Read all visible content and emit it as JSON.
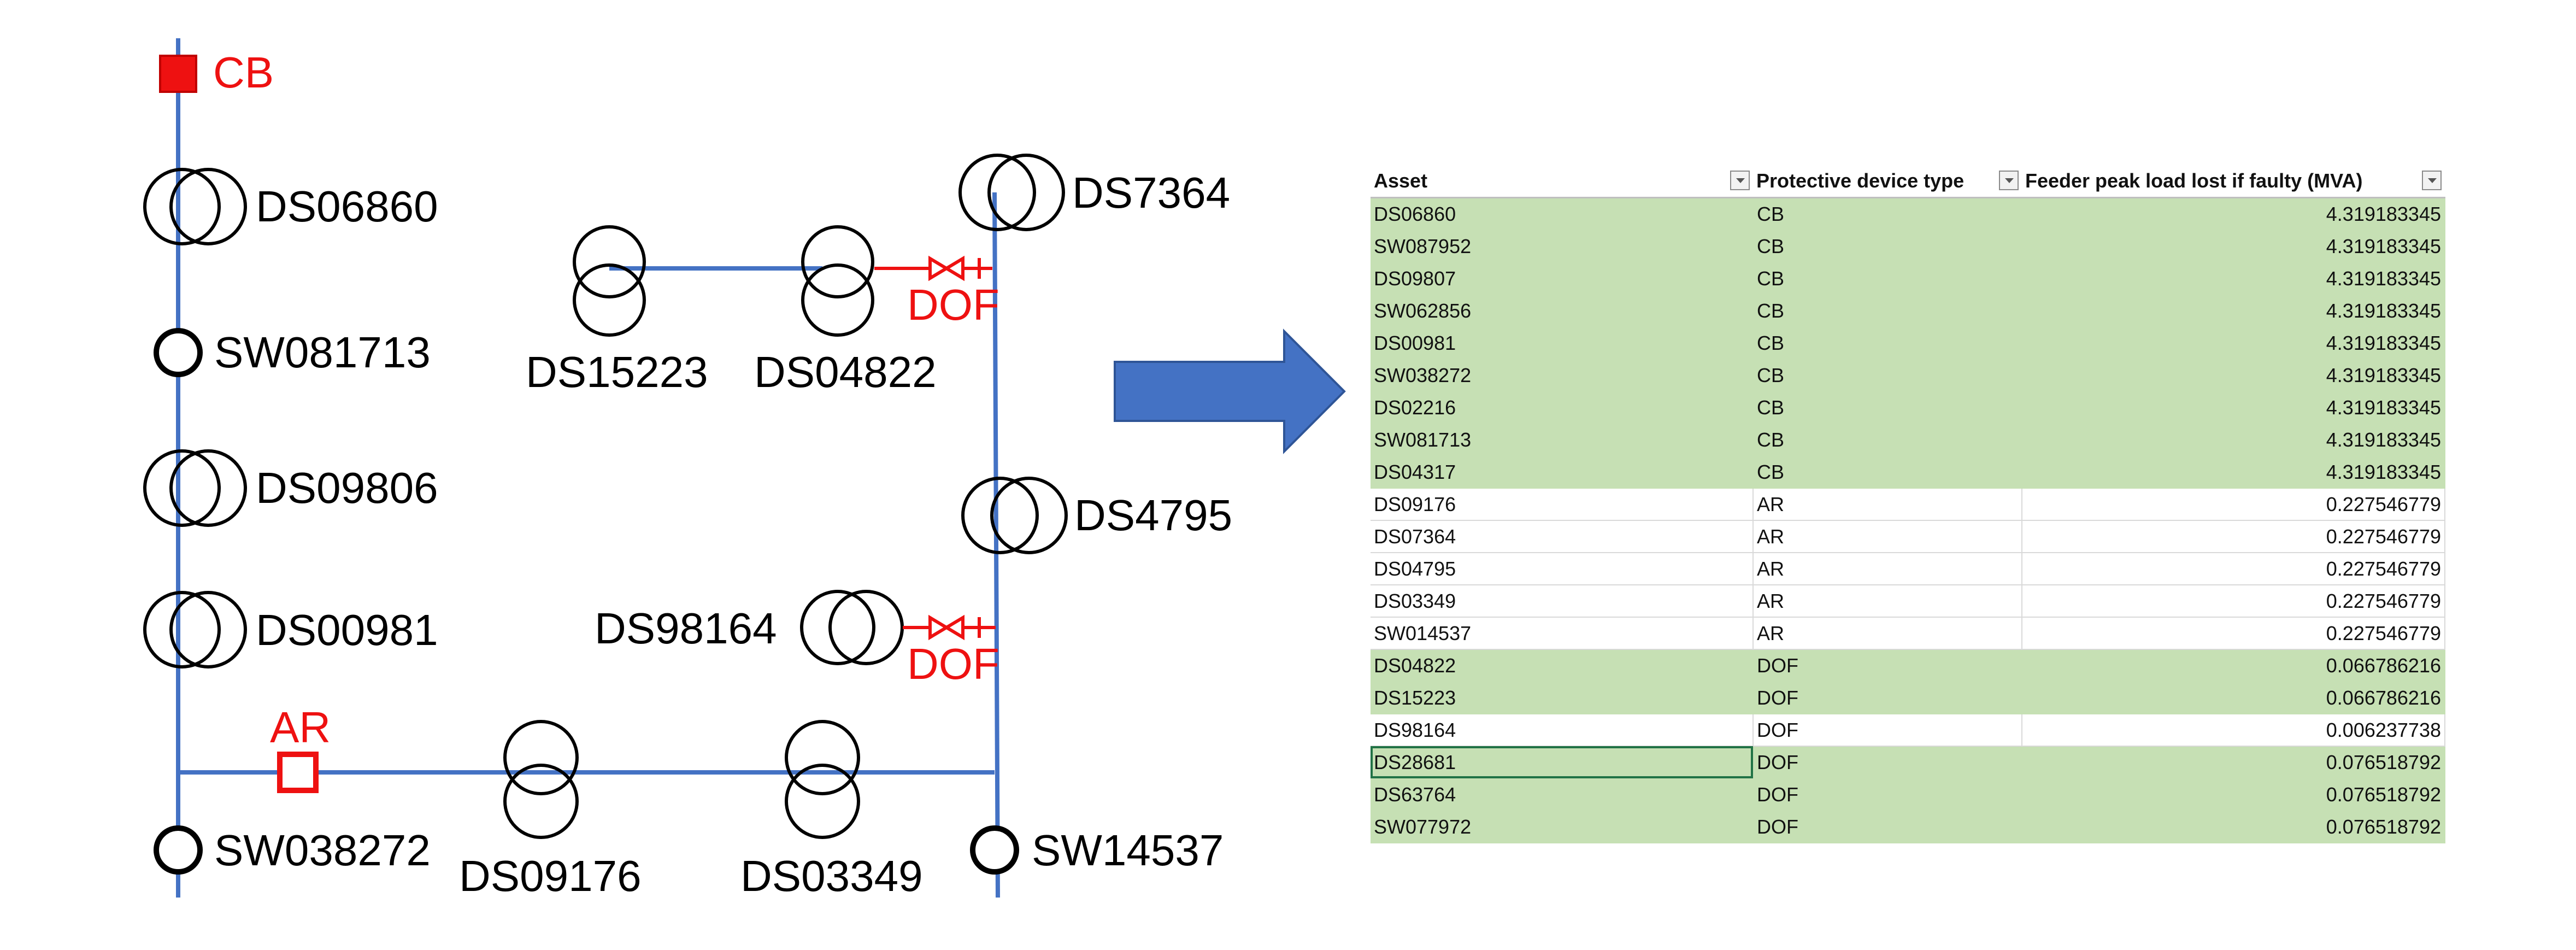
{
  "diagram": {
    "labels": {
      "cb": "CB",
      "ds06860": "DS06860",
      "sw081713": "SW081713",
      "ds09806": "DS09806",
      "ds00981": "DS00981",
      "ar": "AR",
      "sw038272": "SW038272",
      "ds09176": "DS09176",
      "ds03349": "DS03349",
      "sw14537": "SW14537",
      "ds15223": "DS15223",
      "ds04822": "DS04822",
      "dof_top": "DOF",
      "ds7364": "DS7364",
      "ds4795": "DS4795",
      "ds98164": "DS98164",
      "dof_mid": "DOF"
    },
    "colors": {
      "line": "#4472c4",
      "protective": "#ee1111",
      "arrow": "#4472c4",
      "highlight": "#c6e0b4"
    }
  },
  "table": {
    "headers": [
      "Asset",
      "Protective device type",
      "Feeder peak load lost if faulty (MVA)"
    ],
    "rows": [
      {
        "asset": "DS06860",
        "device": "CB",
        "load": "4.319183345",
        "highlight": true
      },
      {
        "asset": "SW087952",
        "device": "CB",
        "load": "4.319183345",
        "highlight": true
      },
      {
        "asset": "DS09807",
        "device": "CB",
        "load": "4.319183345",
        "highlight": true
      },
      {
        "asset": "SW062856",
        "device": "CB",
        "load": "4.319183345",
        "highlight": true
      },
      {
        "asset": "DS00981",
        "device": "CB",
        "load": "4.319183345",
        "highlight": true
      },
      {
        "asset": "SW038272",
        "device": "CB",
        "load": "4.319183345",
        "highlight": true
      },
      {
        "asset": "DS02216",
        "device": "CB",
        "load": "4.319183345",
        "highlight": true
      },
      {
        "asset": "SW081713",
        "device": "CB",
        "load": "4.319183345",
        "highlight": true
      },
      {
        "asset": "DS04317",
        "device": "CB",
        "load": "4.319183345",
        "highlight": true
      },
      {
        "asset": "DS09176",
        "device": "AR",
        "load": "0.227546779",
        "highlight": false
      },
      {
        "asset": "DS07364",
        "device": "AR",
        "load": "0.227546779",
        "highlight": false
      },
      {
        "asset": "DS04795",
        "device": "AR",
        "load": "0.227546779",
        "highlight": false
      },
      {
        "asset": "DS03349",
        "device": "AR",
        "load": "0.227546779",
        "highlight": false
      },
      {
        "asset": "SW014537",
        "device": "AR",
        "load": "0.227546779",
        "highlight": false
      },
      {
        "asset": "DS04822",
        "device": "DOF",
        "load": "0.066786216",
        "highlight": true
      },
      {
        "asset": "DS15223",
        "device": "DOF",
        "load": "0.066786216",
        "highlight": true
      },
      {
        "asset": "DS98164",
        "device": "DOF",
        "load": "0.006237738",
        "highlight": false
      },
      {
        "asset": "DS28681",
        "device": "DOF",
        "load": "0.076518792",
        "highlight": true,
        "selected": true
      },
      {
        "asset": "DS63764",
        "device": "DOF",
        "load": "0.076518792",
        "highlight": true
      },
      {
        "asset": "SW077972",
        "device": "DOF",
        "load": "0.076518792",
        "highlight": true
      }
    ]
  }
}
